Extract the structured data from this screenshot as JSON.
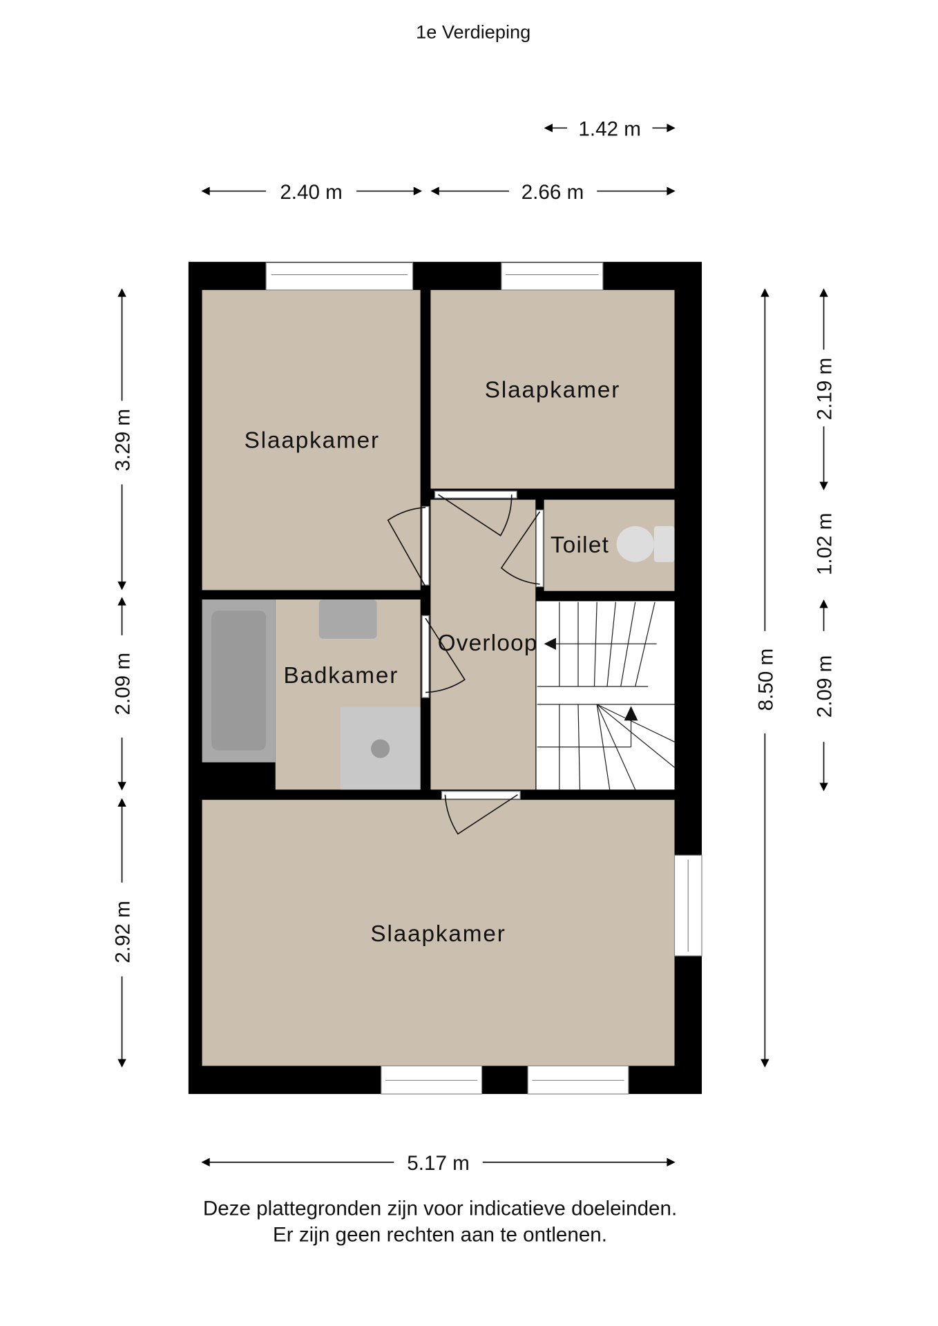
{
  "title": "1e Verdieping",
  "rooms": {
    "bedroom_top_left": "Slaapkamer",
    "bedroom_top_right": "Slaapkamer",
    "toilet": "Toilet",
    "landing": "Overloop",
    "bathroom": "Badkamer",
    "bedroom_bottom": "Slaapkamer"
  },
  "dimensions": {
    "top_small": "1.42 m",
    "top_left": "2.40 m",
    "top_right": "2.66 m",
    "left_top": "3.29 m",
    "left_middle": "2.09 m",
    "left_bottom": "2.92 m",
    "right_total": "8.50 m",
    "right_top": "2.19 m",
    "right_middle": "1.02 m",
    "right_bottom": "2.09 m",
    "bottom_total": "5.17 m"
  },
  "disclaimer": {
    "line1": "Deze plattegronden zijn voor indicatieve doeleinden.",
    "line2": "Er zijn geen rechten aan te ontlenen."
  },
  "colors": {
    "floor": "#cbbfb0",
    "wall": "#000000",
    "fixture": "#a9a9a9"
  }
}
